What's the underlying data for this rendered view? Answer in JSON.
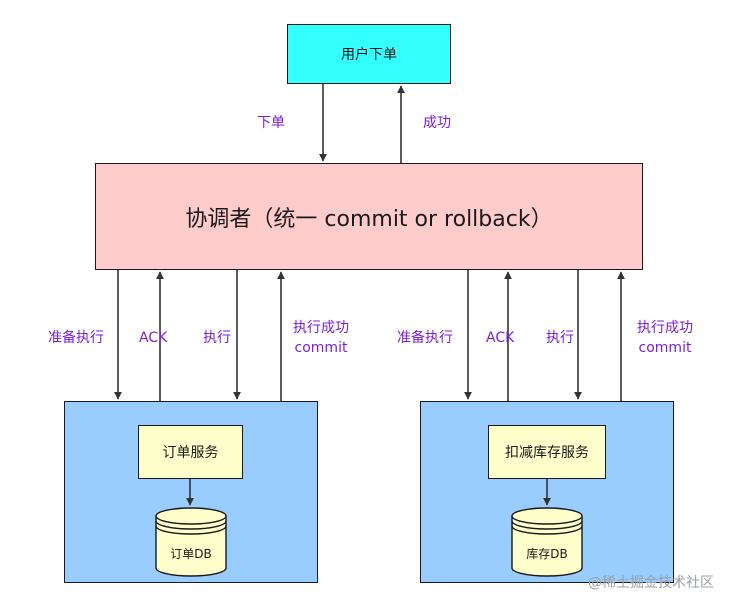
{
  "user_order": "用户下单",
  "coordinator": "协调者（统一 commit or rollback）",
  "top_arrows": {
    "down_label": "下单",
    "up_label": "成功"
  },
  "left_service": {
    "service_name": "订单服务",
    "db_name": "订单DB",
    "labels": {
      "prepare": "准备执行",
      "ack": "ACK",
      "execute": "执行",
      "exec_success": "执行成功",
      "commit": "commit"
    }
  },
  "right_service": {
    "service_name": "扣减库存服务",
    "db_name": "库存DB",
    "labels": {
      "prepare": "准备执行",
      "ack": "ACK",
      "execute": "执行",
      "exec_success": "执行成功",
      "commit": "commit"
    }
  },
  "watermark": "@稀土掘金技术社区",
  "colors": {
    "user_box": "#33ffff",
    "coordinator_box": "#ffcccc",
    "service_container": "#99ccff",
    "service_box": "#ffffcc",
    "db": "#ffffcc",
    "label": "#7a1fd6"
  }
}
